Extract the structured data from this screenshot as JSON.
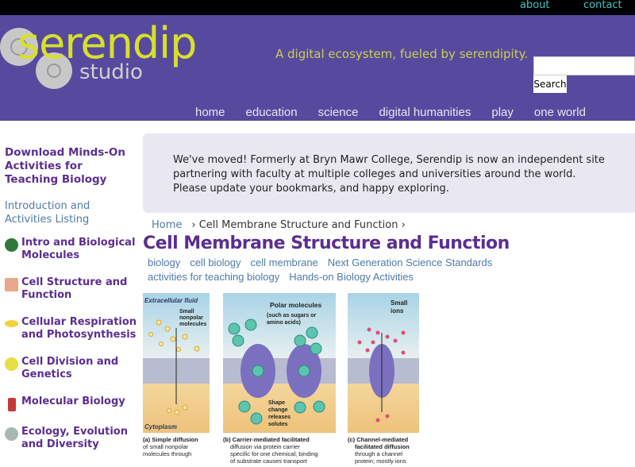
{
  "topbar": {
    "about": "about",
    "contact": "contact"
  },
  "header": {
    "logo": "serendip",
    "logo_sub": "studio",
    "tagline": "A digital ecosystem, fueled by serendipity.",
    "search_button": "Search",
    "search_value": ""
  },
  "nav": [
    "home",
    "education",
    "science",
    "digital humanities",
    "play",
    "one world"
  ],
  "sidebar": {
    "main": "Download Minds-On Activities for Teaching Biology",
    "intro": "Introduction and Activities Listing",
    "items": [
      {
        "label": "Intro and Biological Molecules",
        "color": "#2f7a3a"
      },
      {
        "label": "Cell Structure and Function",
        "color": "#e9a88a"
      },
      {
        "label": "Cellular Respiration and Photosynthesis",
        "color": "#f2d23a"
      },
      {
        "label": "Cell Division and Genetics",
        "color": "#e8e040"
      },
      {
        "label": "Molecular Biology",
        "color": "#c23a3a"
      },
      {
        "label": "Ecology, Evolution and Diversity",
        "color": "#a8b8b0"
      }
    ]
  },
  "notice": "We've moved! Formerly at Bryn Mawr College, Serendip is now an independent site partnering with faculty at multiple colleges and universities around the world. Please update your bookmarks, and happy exploring.",
  "breadcrumb": {
    "home": "Home",
    "current": "› Cell Membrane Structure and Function ›"
  },
  "title": "Cell Membrane Structure and Function",
  "tags": [
    "biology",
    "cell biology",
    "cell membrane",
    "Next Generation Science Standards",
    "activities for teaching biology",
    "Hands-on Biology Activities"
  ],
  "figure": {
    "extracellular": "Extracellular fluid",
    "cytoplasm": "Cytoplasm",
    "small_nonpolar": [
      "Small",
      "nonpolar",
      "molecules"
    ],
    "polar": "Polar molecules",
    "polar_sub": [
      "(such as sugars or",
      "amino acids)"
    ],
    "shape_change": [
      "Shape",
      "change",
      "releases",
      "solutes"
    ],
    "small_ions": [
      "Small",
      "ions"
    ],
    "cap_a": [
      "(a) Simple diffusion",
      "of small nonpolar",
      "molecules through"
    ],
    "cap_b": [
      "(b) Carrier-mediated facilitated",
      "diffusion via protein carrier",
      "specific for one chemical; binding",
      "of substrate causes transport"
    ],
    "cap_c": [
      "(c) Channel-mediated",
      "facilitated diffusion",
      "through a channel",
      "protein; mostly ions"
    ]
  }
}
